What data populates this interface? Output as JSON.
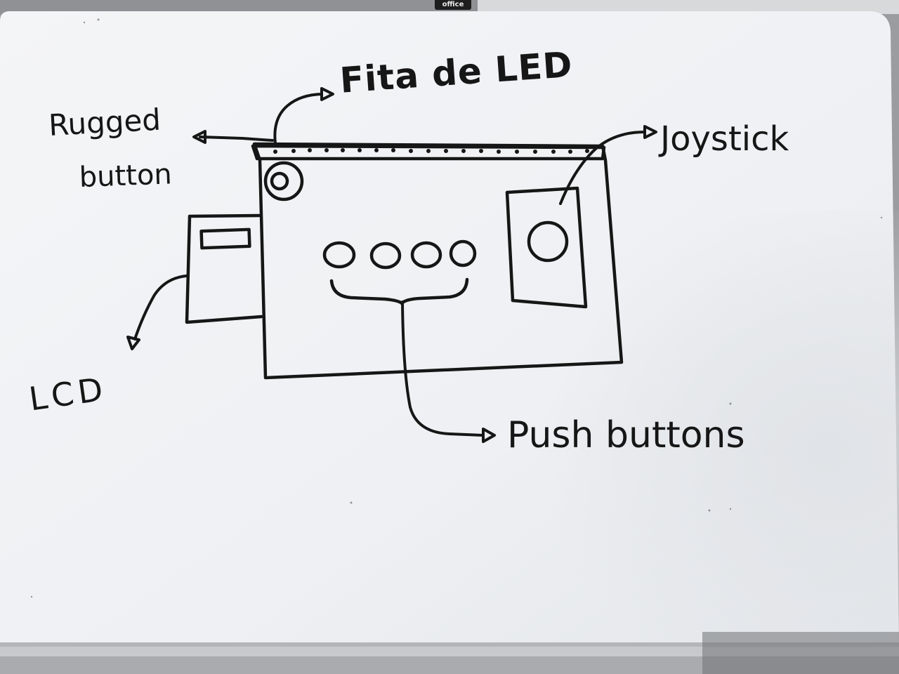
{
  "brand": "office",
  "labels": {
    "led_strip": "Fita de LED",
    "rugged_line1": "Rugged",
    "rugged_line2": "button",
    "joystick": "Joystick",
    "lcd": "LCD",
    "push_buttons": "Push buttons"
  },
  "colors": {
    "whiteboard": "#f1f3f6",
    "marker": "#161616",
    "tray": "#c7c9cc"
  }
}
